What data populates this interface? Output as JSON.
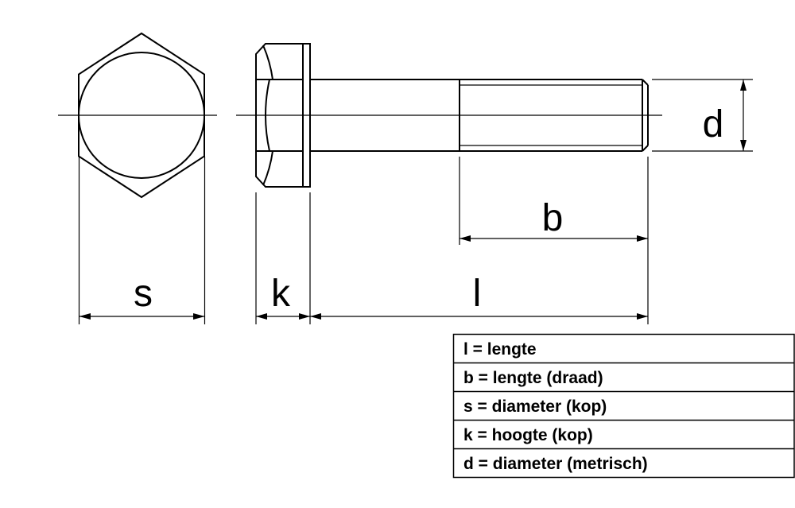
{
  "colors": {
    "line": "#000000",
    "background": "#ffffff"
  },
  "labels": {
    "s": "s",
    "k": "k",
    "l": "l",
    "b": "b",
    "d": "d"
  },
  "legend": {
    "rows": [
      "l = lengte",
      "b = lengte (draad)",
      "s = diameter (kop)",
      "k = hoogte (kop)",
      "d = diameter (metrisch)"
    ]
  }
}
